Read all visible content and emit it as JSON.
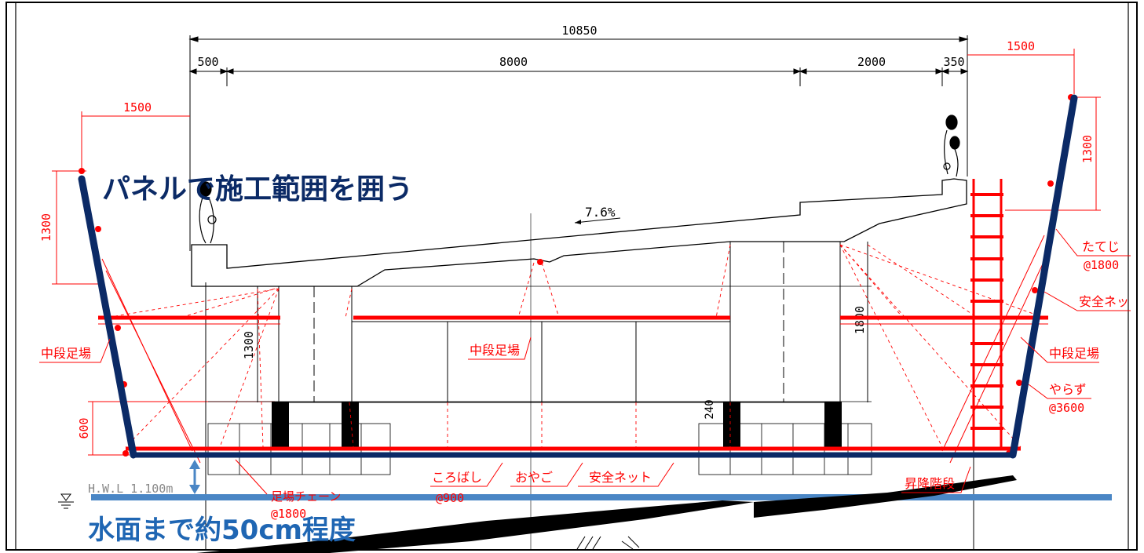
{
  "colors": {
    "red": "#ff0000",
    "navy": "#0b2a66",
    "water": "#4a86c5",
    "black": "#000000"
  },
  "overlay": {
    "title_top": "パネルで施工範囲を囲う",
    "title_bottom": "水面まで約50cm程度"
  },
  "dimensions": {
    "overall_width": "10850",
    "left_overhang": "500",
    "carriageway": "8000",
    "sidewalk": "2000",
    "right_curb": "350",
    "right_panel_offset": "1500",
    "left_panel_offset": "1500",
    "left_panel_height": "1300",
    "right_panel_height": "1300",
    "girder_height_left": "1300",
    "girder_height_right": "1800",
    "bearing_height": "240",
    "scaffold_depth": "600",
    "slope": "7.6%"
  },
  "labels": {
    "mid_scaffold_left": "中段足場",
    "mid_scaffold_center": "中段足場",
    "mid_scaffold_right": "中段足場",
    "tateji": "たてじ",
    "tateji_pitch": "@1800",
    "safety_net_right": "安全ネッ",
    "yarazu": "やらず",
    "yarazu_pitch": "@3600",
    "korobashi": "ころばし",
    "korobashi_pitch": "@900",
    "oyago": "おやご",
    "safety_net_bottom": "安全ネット",
    "scaffold_chain": "足場チェーン",
    "scaffold_chain_pitch": "@1800",
    "stairs": "昇降階段",
    "hwl": "H.W.L  1.100m"
  }
}
